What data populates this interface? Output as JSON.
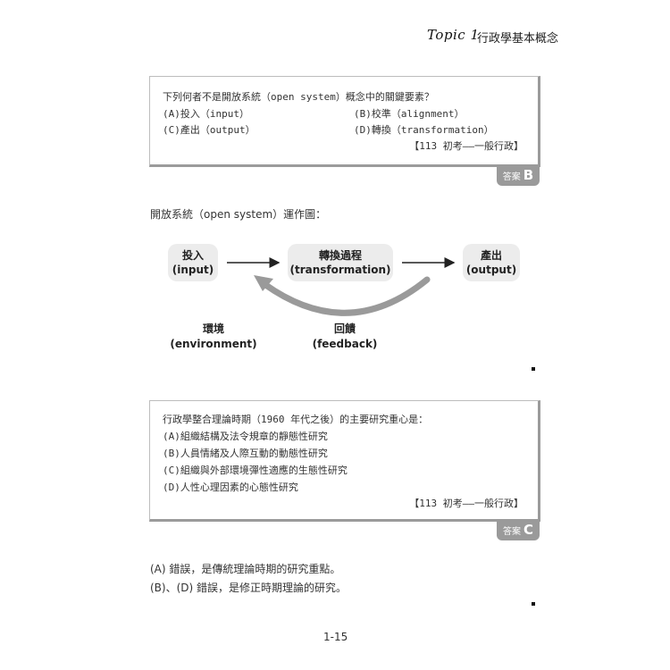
{
  "header": {
    "topic": "Topic 1",
    "title": "行政學基本概念"
  },
  "question1": {
    "stem": "下列何者不是開放系統（open system）概念中的關鍵要素？",
    "options": [
      "(A)投入（input）",
      "(B)校準（alignment）",
      "(C)產出（output）",
      "(D)轉換（transformation）"
    ],
    "source": "【113 初考——一般行政】",
    "answer_label": "答案",
    "answer": "B"
  },
  "diagram": {
    "intro": "開放系統（open system）運作圖：",
    "input": {
      "zh": "投入",
      "en": "(input)"
    },
    "transformation": {
      "zh": "轉換過程",
      "en": "(transformation)"
    },
    "output": {
      "zh": "產出",
      "en": "(output)"
    },
    "environment": {
      "zh": "環境",
      "en": "(environment)"
    },
    "feedback": {
      "zh": "回饋",
      "en": "(feedback)"
    }
  },
  "question2": {
    "stem": "行政學整合理論時期（1960 年代之後）的主要研究重心是：",
    "options": [
      "(A)組織結構及法令規章的靜態性研究",
      "(B)人員情緒及人際互動的動態性研究",
      "(C)組織與外部環境彈性適應的生態性研究",
      "(D)人性心理因素的心態性研究"
    ],
    "source": "【113 初考——一般行政】",
    "answer_label": "答案",
    "answer": "C"
  },
  "explanation": {
    "lines": [
      "(A) 錯誤，是傳統理論時期的研究重點。",
      "(B)、(D) 錯誤，是修正時期理論的研究。"
    ]
  },
  "footer": {
    "page_number": "1-15"
  }
}
